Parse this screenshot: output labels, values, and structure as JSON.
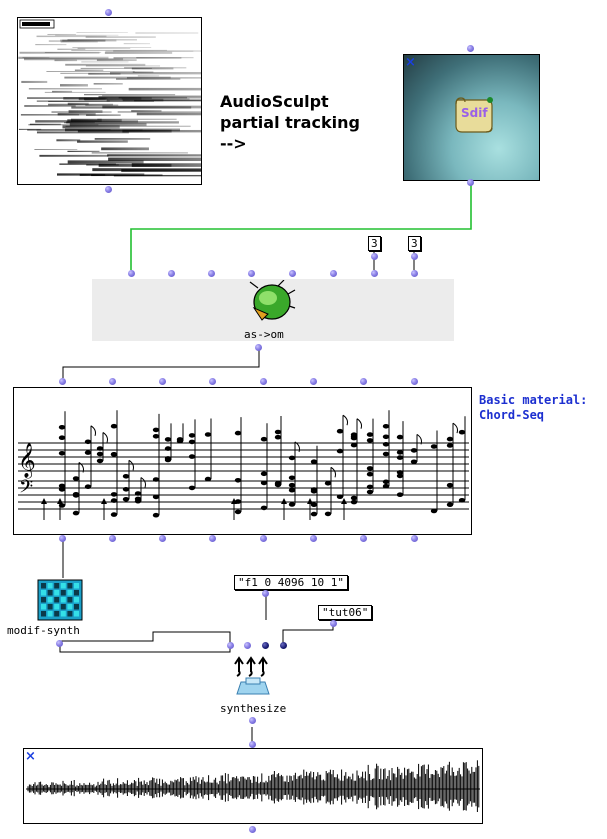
{
  "canvas": {
    "background": "#ffffff"
  },
  "annotations": {
    "audiosculpt_line1": "AudioSculpt",
    "audiosculpt_line2": "partial tracking",
    "audiosculpt_arrow": "-->",
    "basic_material_line1": "Basic material:",
    "basic_material_line2": "Chord-Seq"
  },
  "boxes": {
    "sdif_icon_text": "Sdif",
    "as_om_label": "as->om",
    "modif_synth_label": "modif-synth",
    "synthesize_label": "synthesize",
    "value_box_1": "3",
    "value_box_2": "3",
    "csound_string": "\"f1 0 4096 10 1\"",
    "tut_string": "\"tut06\"",
    "close_mark": "×"
  },
  "colors": {
    "wire": "#000000",
    "sdif_wire": "#22c030",
    "inlet": "#8a80e6",
    "annotation_blue": "#1c2fd0"
  },
  "icons": {
    "sonogram": "sonogram-icon",
    "sdif": "sdif-scroll-icon",
    "as_om": "green-bug-icon",
    "modif_synth": "grid-patch-icon",
    "synthesize": "synth-arrows-icon",
    "close": "close-icon"
  }
}
